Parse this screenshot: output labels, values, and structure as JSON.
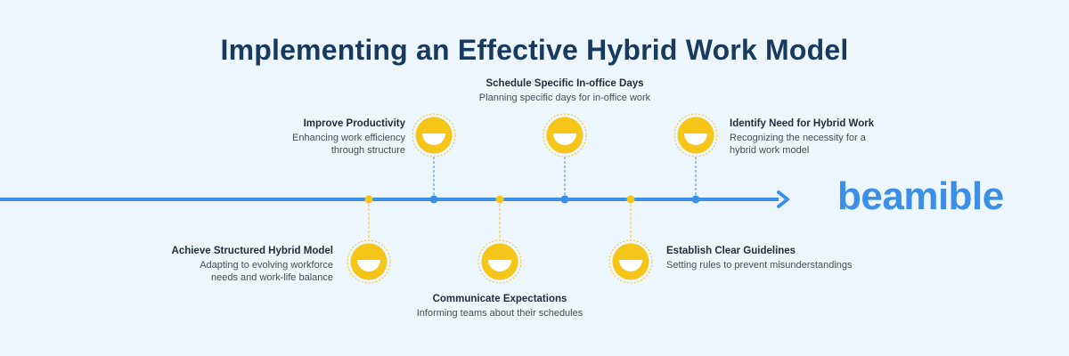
{
  "title": "Implementing an Effective Hybrid Work Model",
  "brand": "beamible",
  "colors": {
    "line": "#3b8fe6",
    "icon": "#f5c518",
    "title": "#173a5e"
  },
  "icon": "smile-face-icon",
  "steps": [
    {
      "heading": "Achieve Structured Hybrid Model",
      "desc": "Adapting to evolving workforce needs and work-life balance"
    },
    {
      "heading": "Improve Productivity",
      "desc": "Enhancing work efficiency through structure"
    },
    {
      "heading": "Communicate Expectations",
      "desc": "Informing teams about their schedules"
    },
    {
      "heading": "Schedule Specific In-office Days",
      "desc": "Planning specific days for in-office work"
    },
    {
      "heading": "Establish Clear Guidelines",
      "desc": "Setting rules to prevent misunderstandings"
    },
    {
      "heading": "Identify Need for Hybrid Work",
      "desc": "Recognizing the necessity for a hybrid work model"
    }
  ]
}
